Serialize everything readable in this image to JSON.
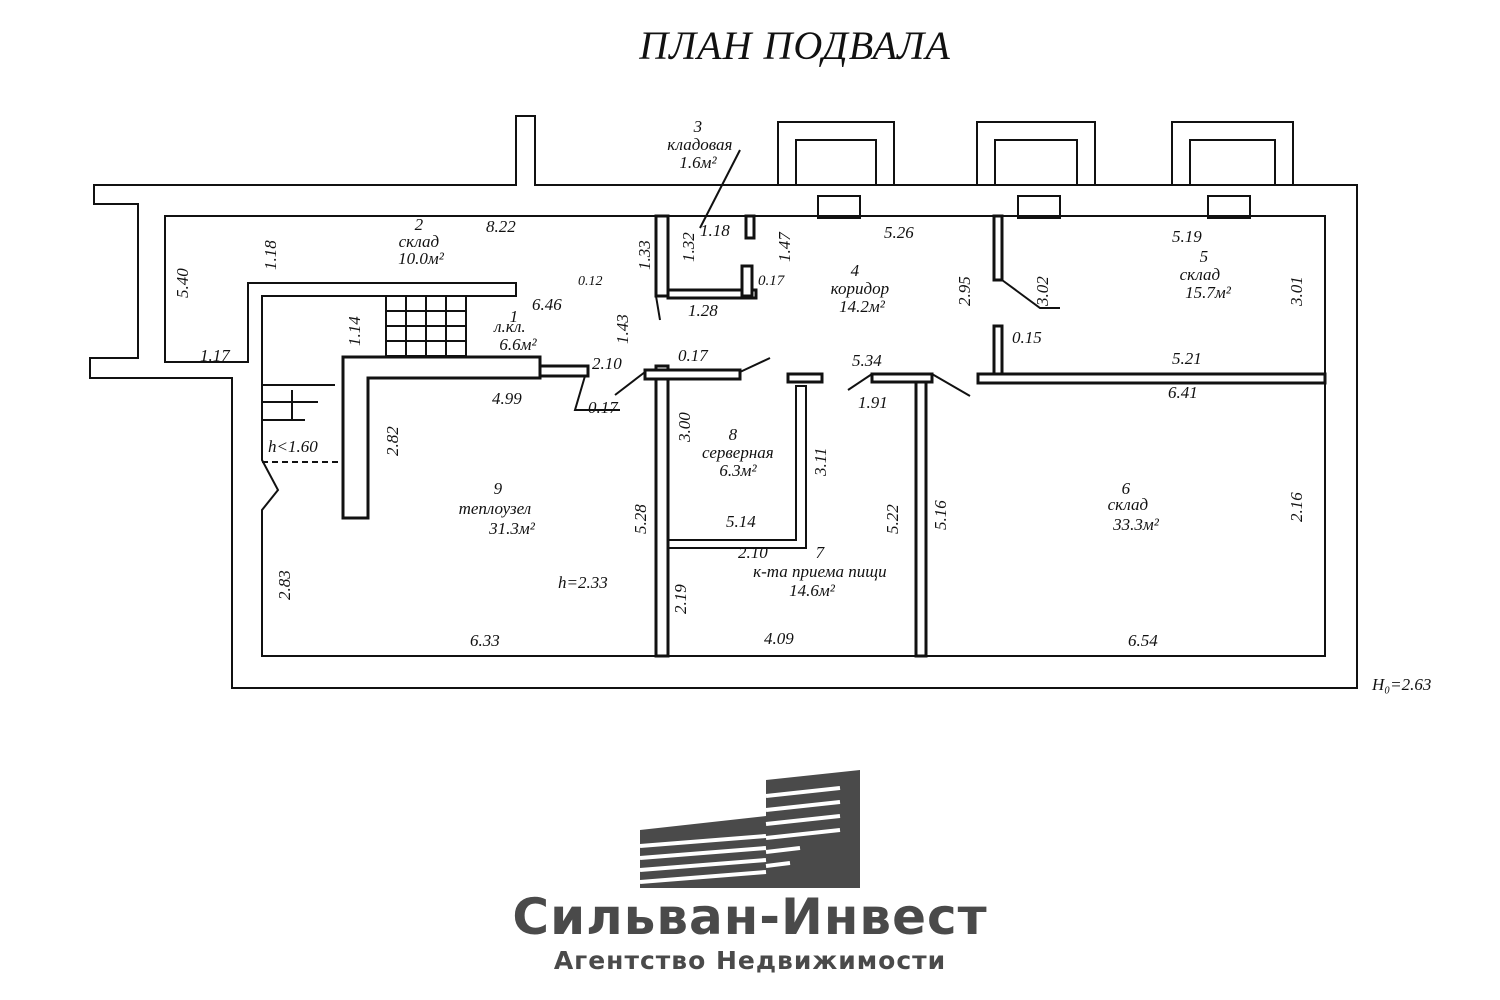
{
  "title": "ПЛАН ПОДВАЛА",
  "rooms": [
    {
      "id": "1",
      "name": "л.кл.",
      "area": "6.6м²"
    },
    {
      "id": "2",
      "name": "склад",
      "area": "10.0м²"
    },
    {
      "id": "3",
      "name": "кладовая",
      "area": "1.6м²"
    },
    {
      "id": "4",
      "name": "коридор",
      "area": "14.2м²"
    },
    {
      "id": "5",
      "name": "склад",
      "area": "15.7м²"
    },
    {
      "id": "6",
      "name": "склад",
      "area": "33.3м²"
    },
    {
      "id": "7",
      "name": "к-та приема пищи",
      "area": "14.6м²"
    },
    {
      "id": "8",
      "name": "серверная",
      "area": "6.3м²"
    },
    {
      "id": "9",
      "name": "теплоузел",
      "area": "31.3м²"
    }
  ],
  "heights": {
    "theplouzel": "h=2.33",
    "stair_low": "h<1.60",
    "ground": "H₀=2.63"
  },
  "dimensions": [
    "8.22",
    "1.18",
    "5.40",
    "1.17",
    "1.14",
    "1.33",
    "1.32",
    "1.18",
    "1.47",
    "5.26",
    "5.19",
    "0.12",
    "6.46",
    "1.43",
    "0.17",
    "1.28",
    "2.95",
    "3.02",
    "3.01",
    "2.10",
    "0.17",
    "0.15",
    "5.34",
    "5.21",
    "4.99",
    "0.17",
    "1.91",
    "6.41",
    "3.00",
    "3.11",
    "2.82",
    "5.28",
    "5.22",
    "5.16",
    "5.14",
    "2.10",
    "2.16",
    "2.83",
    "2.19",
    "6.33",
    "4.09",
    "6.54"
  ],
  "brand": {
    "name": "Сильван-Инвест",
    "tagline": "Агентство Недвижимости",
    "color": "#4a4a4a"
  }
}
